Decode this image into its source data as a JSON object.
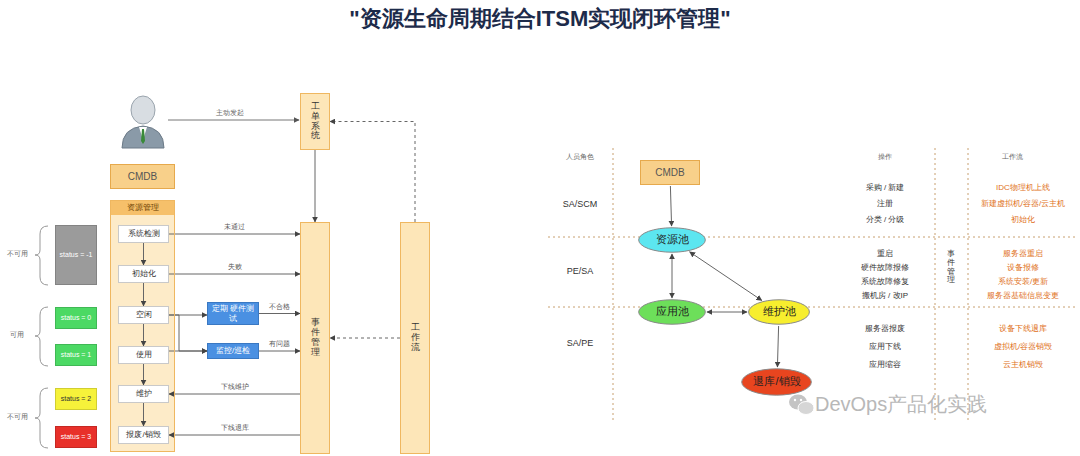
{
  "diagram": {
    "title": "\"资源生命周期结合ITSM实现闭环管理\"",
    "nodes": [
      {
        "text": [
          "工单系统"
        ]
      },
      {
        "text": [
          "CMDB"
        ]
      },
      {
        "text": [
          "资源管理"
        ]
      },
      {
        "text": [
          "系统检测"
        ],
        "in": 2
      },
      {
        "text": [
          "初始化"
        ],
        "in": 2
      },
      {
        "text": [
          "空闲"
        ],
        "in": 2
      },
      {
        "text": [
          "使用"
        ],
        "in": 2
      },
      {
        "text": [
          "维护"
        ],
        "in": 2
      },
      {
        "text": [
          "报废/销毁"
        ],
        "in": 2
      },
      {
        "text": [
          "事件管理"
        ]
      },
      {
        "text": [
          "工作流"
        ]
      },
      {
        "text": [
          "定期 硬件测试"
        ]
      },
      {
        "text": [
          "监控/巡检"
        ]
      },
      {
        "text": [
          "status = -1"
        ]
      },
      {
        "text": [
          "status = 0"
        ]
      },
      {
        "text": [
          "status = 1"
        ]
      },
      {
        "text": [
          "status = 2"
        ]
      },
      {
        "text": [
          "status = 3"
        ]
      },
      {
        "text": [
          "CMDB"
        ]
      },
      {
        "text": [
          "资源池"
        ]
      },
      {
        "text": [
          "应用池"
        ]
      },
      {
        "text": [
          "维护池"
        ]
      },
      {
        "text": [
          "退库/销毁"
        ]
      }
    ],
    "edges": [
      {
        "from": 0,
        "to": 9,
        "arrow": "to"
      },
      {
        "from": 3,
        "to": 4,
        "arrow": "to"
      },
      {
        "from": 4,
        "to": 5,
        "arrow": "to"
      },
      {
        "from": 5,
        "to": 6,
        "arrow": "to"
      },
      {
        "from": 6,
        "to": 7,
        "arrow": "to"
      },
      {
        "from": 7,
        "to": 8,
        "arrow": "to"
      },
      {
        "from": 3,
        "to": 9,
        "label": "未通过",
        "arrow": "to"
      },
      {
        "from": 4,
        "to": 9,
        "label": "失败",
        "arrow": "to"
      },
      {
        "from": 5,
        "to": 11,
        "arrow": "to"
      },
      {
        "from": 11,
        "to": 9,
        "label": "不合格",
        "arrow": "to"
      },
      {
        "from": 5,
        "to": 12,
        "arrow": "to"
      },
      {
        "from": 6,
        "to": 12,
        "arrow": "to"
      },
      {
        "from": 12,
        "to": 9,
        "label": "有问题",
        "arrow": "to"
      },
      {
        "from": 9,
        "to": 7,
        "label": "下线维护",
        "arrow": "to"
      },
      {
        "from": 9,
        "to": 8,
        "label": "下线退库",
        "arrow": "to"
      },
      {
        "from": 10,
        "to": 0,
        "arrow": "to"
      },
      {
        "from": 10,
        "to": 9,
        "arrow": "to"
      },
      {
        "from": 18,
        "to": 19,
        "arrow": "to"
      },
      {
        "from": 19,
        "to": 20,
        "arrow": "both"
      },
      {
        "from": 19,
        "to": 21,
        "arrow": "both"
      },
      {
        "from": 20,
        "to": 21,
        "arrow": "both"
      },
      {
        "from": 21,
        "to": 22,
        "arrow": "to"
      }
    ],
    "labels": [
      "主动发起",
      "不可用",
      "可用",
      "不可用",
      "人员角色",
      "操作",
      "工作流",
      "SA/SCM",
      "PE/SA",
      "SA/PE",
      "采购 / 新建",
      "注册",
      "分类 / 分级",
      "重启",
      "硬件故障报修",
      "系统故障修复",
      "搬机房 / 改IP",
      "服务器报废",
      "应用下线",
      "应用缩容",
      "事件管理",
      "IDC物理机上线",
      "新建虚拟机/容器/云主机",
      "初始化",
      "服务器重启",
      "设备报修",
      "系统安装/更新",
      "服务器基础信息变更",
      "设备下线退库",
      "虚拟机/容器销毁",
      "云主机销毁",
      "DevOps产品化实践"
    ]
  }
}
